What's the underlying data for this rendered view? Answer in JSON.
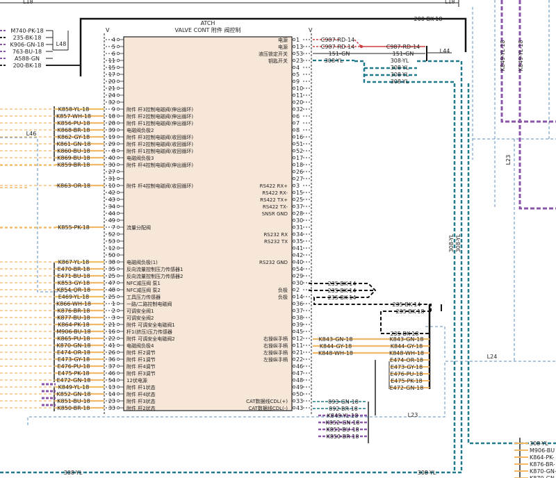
{
  "header": {
    "code": "ATCH",
    "subtitle": "VALVE CONT 附件 阀控制",
    "v_left": "V",
    "v_right": "V"
  },
  "top_labels": {
    "l18_left": "L18",
    "l18_right": "L18",
    "main_bus": "200-BK-18"
  },
  "left_top_block": {
    "label": "L48",
    "wires": [
      "M740-PK-18",
      "235-BK-18",
      "K906-GN-18",
      "763-BU-18",
      "A588-GN",
      "200-BK-18"
    ]
  },
  "left_pins": [
    {
      "pin": "4",
      "wire": "",
      "fn": ""
    },
    {
      "pin": "5",
      "wire": "",
      "fn": ""
    },
    {
      "pin": "6",
      "wire": "",
      "fn": ""
    },
    {
      "pin": "11",
      "wire": "",
      "fn": ""
    },
    {
      "pin": "15",
      "wire": "",
      "fn": ""
    },
    {
      "pin": "17",
      "wire": "",
      "fn": ""
    },
    {
      "pin": "20",
      "wire": "",
      "fn": ""
    },
    {
      "pin": "21",
      "wire": "",
      "fn": ""
    },
    {
      "pin": "24",
      "wire": "",
      "fn": ""
    },
    {
      "pin": "32",
      "wire": "",
      "fn": ""
    },
    {
      "pin": "9",
      "wire": "K858-YL-18",
      "fn": "附件 杆3控制电磁阀(伸出循环)"
    },
    {
      "pin": "18",
      "wire": "K857-WH-18",
      "fn": "附件 杆2控制电磁阀(伸出循环)"
    },
    {
      "pin": "28",
      "wire": "K856-PU-18",
      "fn": "附件 杆1控制电磁阀(伸出循环)"
    },
    {
      "pin": "39",
      "wire": "K868-BR-18",
      "fn": "电磁阀负极2"
    },
    {
      "pin": "19",
      "wire": "K862-GY-18",
      "fn": "附件 杆3控制电磁阀(收回循环)"
    },
    {
      "pin": "29",
      "wire": "K861-GN-18",
      "fn": "附件 杆2控制电磁阀(收回循环)"
    },
    {
      "pin": "8",
      "wire": "K860-BU-18",
      "fn": "附件 杆1控制电磁阀(收回循环)"
    },
    {
      "pin": "40",
      "wire": "K869-BU-18",
      "fn": "电磁阀负极3"
    },
    {
      "pin": "30",
      "wire": "K859-BR-18",
      "fn": "附件 杆4控制电磁阀(伸出循环)"
    },
    {
      "pin": "27",
      "wire": "",
      "fn": ""
    },
    {
      "pin": "31",
      "wire": "",
      "fn": ""
    },
    {
      "pin": "10",
      "wire": "K863-OR-18",
      "fn": "附件 杆4控制电磁阀(收回循环)"
    },
    {
      "pin": "42",
      "wire": "",
      "fn": ""
    },
    {
      "pin": "43",
      "wire": "",
      "fn": ""
    },
    {
      "pin": "34",
      "wire": "",
      "fn": ""
    },
    {
      "pin": "44",
      "wire": "",
      "fn": ""
    },
    {
      "pin": "49",
      "wire": "",
      "fn": ""
    },
    {
      "pin": "7",
      "wire": "K855-PK-18",
      "fn": "流量分配阀"
    },
    {
      "pin": "52",
      "wire": "",
      "fn": ""
    },
    {
      "pin": "53",
      "wire": "",
      "fn": ""
    },
    {
      "pin": "12",
      "wire": "",
      "fn": ""
    },
    {
      "pin": "50",
      "wire": "",
      "fn": ""
    },
    {
      "pin": "38",
      "wire": "K867-YL-18",
      "fn": "电磁阀负极(1)"
    },
    {
      "pin": "35",
      "wire": "E470-BR-18",
      "fn": "反向流量控制压力传感器1"
    },
    {
      "pin": "25",
      "wire": "E471-BU-18",
      "fn": "反向流量控制压力传感器2"
    },
    {
      "pin": "47",
      "wire": "K853-GY-18",
      "fn": "NFC减压阀 泵1"
    },
    {
      "pin": "48",
      "wire": "K854-OR-18",
      "fn": "NFC减压阀 泵2"
    },
    {
      "pin": "25",
      "wire": "E469-YL-18",
      "fn": "工具压力传感器"
    },
    {
      "pin": "1",
      "wire": "K866-WH-18",
      "fn": "一路/二路控制电磁阀"
    },
    {
      "pin": "2",
      "wire": "K876-BR-18",
      "fn": "可调安全阀1"
    },
    {
      "pin": "3",
      "wire": "K877-BU-18",
      "fn": "可调安全阀2"
    },
    {
      "pin": "21",
      "wire": "K864-PK-18",
      "fn": "附件 可调安全电磁阀1"
    },
    {
      "pin": "16",
      "wire": "M906-BU-18",
      "fn": "杆1(挤压)压力传感器"
    },
    {
      "pin": "22",
      "wire": "K865-PU-18",
      "fn": "附件 可调安全电磁阀2"
    },
    {
      "pin": "41",
      "wire": "K870-GN-18",
      "fn": "电磁阀负极4"
    },
    {
      "pin": "26",
      "wire": "E474-OR-18",
      "fn": "附件 杆2调节"
    },
    {
      "pin": "36",
      "wire": "E473-GY-18",
      "fn": "附件 杆1调节"
    },
    {
      "pin": "37",
      "wire": "E476-PU-18",
      "fn": "附件 杆4调节"
    },
    {
      "pin": "46",
      "wire": "E475-PK-18",
      "fn": "附件 杆3调节"
    },
    {
      "pin": "54",
      "wire": "E472-GN-18",
      "fn": "12伏电源"
    },
    {
      "pin": "13",
      "wire": "K849-YL-18",
      "fn": "附件 杆1状态"
    },
    {
      "pin": "14",
      "wire": "K852-GN-18",
      "fn": "附件 杆4状态"
    },
    {
      "pin": "23",
      "wire": "K851-BU-18",
      "fn": "附件 杆3状态"
    },
    {
      "pin": "33",
      "wire": "K850-BR-18",
      "fn": "附件 杆2状态"
    }
  ],
  "right_pins": [
    {
      "pin": "1",
      "fn": "电源"
    },
    {
      "pin": "13",
      "fn": "电源"
    },
    {
      "pin": "53",
      "fn": "液压锁定开关"
    },
    {
      "pin": "23",
      "fn": "钥匙开关"
    },
    {
      "pin": "4",
      "fn": ""
    },
    {
      "pin": "5",
      "fn": ""
    },
    {
      "pin": "9",
      "fn": ""
    },
    {
      "pin": "10",
      "fn": ""
    },
    {
      "pin": "11",
      "fn": ""
    },
    {
      "pin": "20",
      "fn": ""
    },
    {
      "pin": "32",
      "fn": ""
    },
    {
      "pin": "6",
      "fn": ""
    },
    {
      "pin": "7",
      "fn": ""
    },
    {
      "pin": "8",
      "fn": ""
    },
    {
      "pin": "16",
      "fn": ""
    },
    {
      "pin": "51",
      "fn": ""
    },
    {
      "pin": "52",
      "fn": ""
    },
    {
      "pin": "17",
      "fn": ""
    },
    {
      "pin": "18",
      "fn": ""
    },
    {
      "pin": "26",
      "fn": ""
    },
    {
      "pin": "27",
      "fn": ""
    },
    {
      "pin": "3",
      "fn": "RS422 RX+"
    },
    {
      "pin": "15",
      "fn": "RS422 RX-"
    },
    {
      "pin": "25",
      "fn": "RS422 TX+"
    },
    {
      "pin": "37",
      "fn": "RS422 TX-"
    },
    {
      "pin": "28",
      "fn": "SNSR GND"
    },
    {
      "pin": "30",
      "fn": ""
    },
    {
      "pin": "31",
      "fn": ""
    },
    {
      "pin": "34",
      "fn": "RS232 RX"
    },
    {
      "pin": "35",
      "fn": "RS232 TX"
    },
    {
      "pin": "41",
      "fn": ""
    },
    {
      "pin": "42",
      "fn": ""
    },
    {
      "pin": "40",
      "fn": "RS232 GND"
    },
    {
      "pin": "54",
      "fn": ""
    },
    {
      "pin": "29",
      "fn": ""
    },
    {
      "pin": "30",
      "fn": ""
    },
    {
      "pin": "2",
      "fn": "负极"
    },
    {
      "pin": "14",
      "fn": "负极"
    },
    {
      "pin": "36",
      "fn": ""
    },
    {
      "pin": "37",
      "fn": ""
    },
    {
      "pin": "38",
      "fn": ""
    },
    {
      "pin": "39",
      "fn": ""
    },
    {
      "pin": "45",
      "fn": ""
    },
    {
      "pin": "12",
      "fn": "右操纵手柄"
    },
    {
      "pin": "11",
      "fn": "右操纵手柄"
    },
    {
      "pin": "21",
      "fn": "左操纵手柄"
    },
    {
      "pin": "22",
      "fn": "左操纵手柄"
    },
    {
      "pin": "46",
      "fn": ""
    },
    {
      "pin": "47",
      "fn": ""
    },
    {
      "pin": "48",
      "fn": ""
    },
    {
      "pin": "49",
      "fn": ""
    },
    {
      "pin": "50",
      "fn": ""
    },
    {
      "pin": "33",
      "fn": "CAT数据线CDL(+)"
    },
    {
      "pin": "43",
      "fn": "CAT数据线CDL(-)"
    }
  ],
  "right_wires": {
    "power_1": "C987-RD-14",
    "power_13": "C987-RD-14",
    "power_merge": "C987-RD-14",
    "lock_left": "151-GN",
    "lock_right": "151-GN",
    "lock_block": "L44",
    "key": "308-YL",
    "yl_stack": [
      "308-YL",
      "308-YL",
      "308-YL",
      "308-YL"
    ],
    "neg": [
      "235-BK-14",
      "235-BK-14",
      "235-BK-14"
    ],
    "neg_out": [
      "235-BK-14",
      "235-BK-18",
      "235-BK-18"
    ],
    "joystick": [
      "K843-GN-18",
      "K844-GY-18",
      "K848-WH-18"
    ],
    "joystick_right": [
      "K843-GN-18",
      "K844-GY-18",
      "K848-WH-18"
    ],
    "e_group": [
      "E474-OR-18",
      "E473-GY-18",
      "E476-PU-18",
      "E475-PK-18",
      "E472-GN-18"
    ],
    "cdl": [
      "893-GN-18",
      "892-BR-18"
    ],
    "status_block": [
      "K849-YL-18",
      "K852-GN-18",
      "K851-BU-18",
      "K850-BR-18"
    ]
  },
  "vertical_labels": {
    "k849": "K849-YL-18",
    "k849b": "K849-YL-18",
    "v308a": "308-YL",
    "v308b": "308-YL",
    "l23v": "L23"
  },
  "labels": {
    "l46": "L46",
    "l24": "L24",
    "l23": "L23",
    "bottom_308_left": "308-YL",
    "bottom_308_right": "308-YL"
  },
  "bottom_right_block": {
    "wires": [
      "308-YL",
      "M906-BU",
      "K864-PK-",
      "K876-BR-",
      "K870-GN-",
      "K870-GN-"
    ]
  }
}
